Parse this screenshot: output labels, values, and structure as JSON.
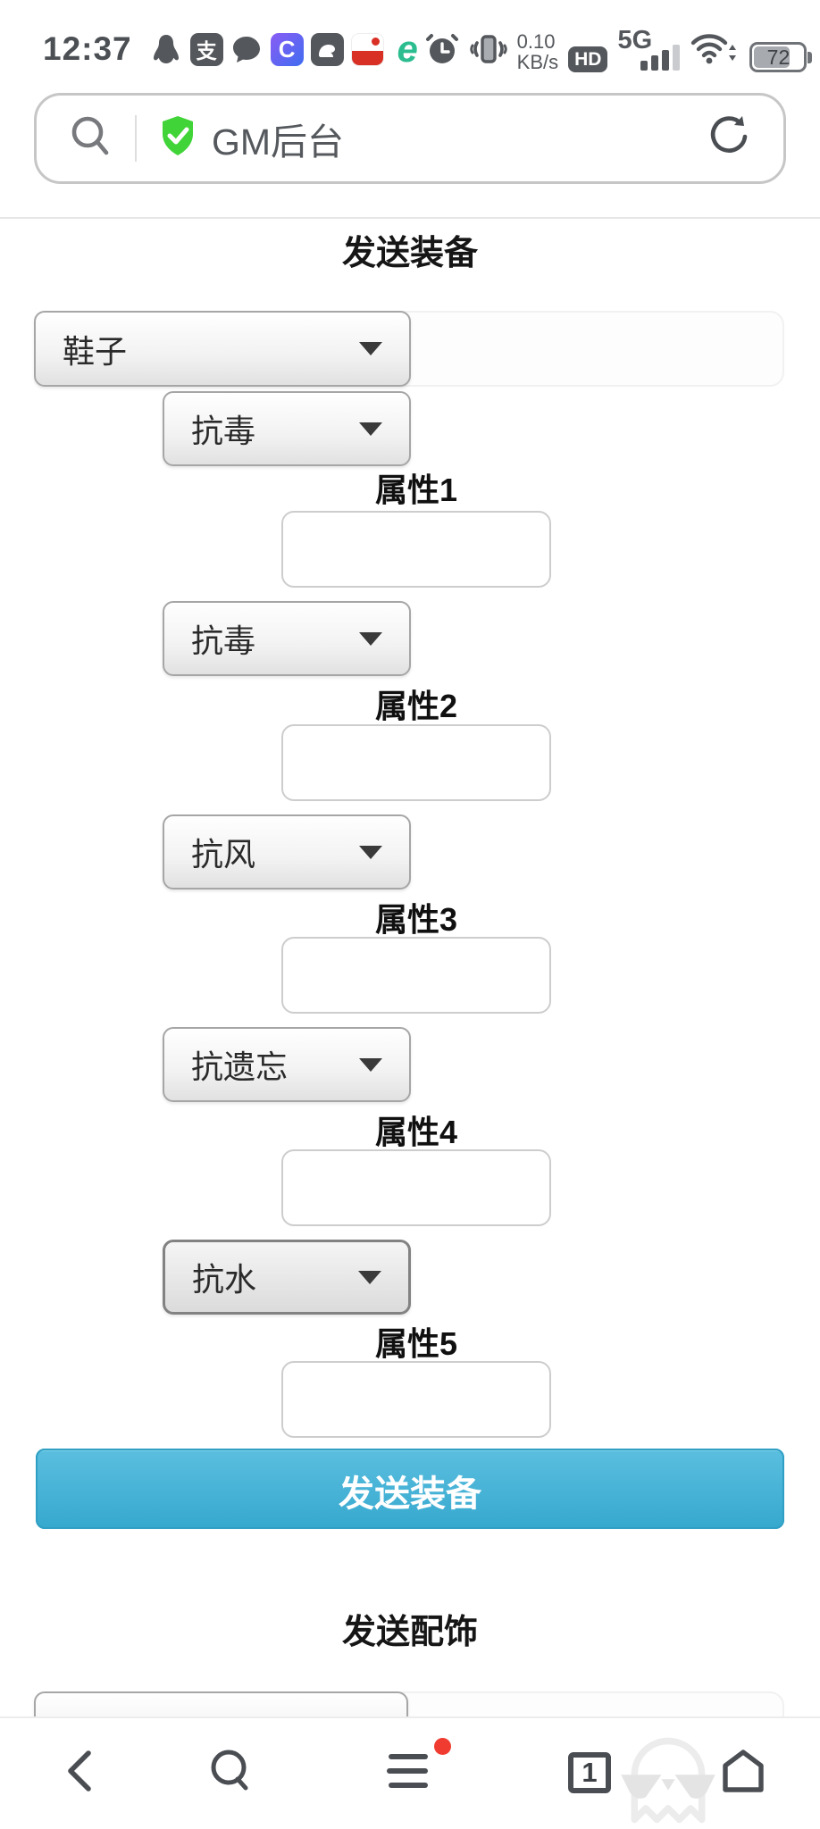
{
  "status_bar": {
    "time": "12:37",
    "alipay_glyph": "支",
    "c_glyph": "C",
    "e_glyph": "e",
    "speed_value": "0.10",
    "speed_unit": "KB/s",
    "hd_label": "HD",
    "network_type": "5G",
    "battery_percent": "72"
  },
  "browser": {
    "site_title": "GM后台",
    "tab_count": "1"
  },
  "page": {
    "equipment": {
      "title": "发送装备",
      "item_type": "鞋子",
      "groups": [
        {
          "type": "抗毒",
          "label": "属性1"
        },
        {
          "type": "抗毒",
          "label": "属性2"
        },
        {
          "type": "抗风",
          "label": "属性3"
        },
        {
          "type": "抗遗忘",
          "label": "属性4"
        },
        {
          "type": "抗水",
          "label": "属性5"
        }
      ],
      "submit_label": "发送装备"
    },
    "accessory": {
      "title": "发送配饰"
    }
  }
}
